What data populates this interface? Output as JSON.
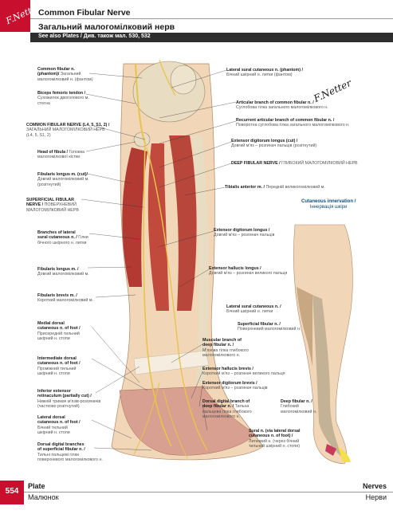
{
  "header": {
    "title_en": "Common Fibular Nerve",
    "title_ua": "Загальний малогомілковий нерв",
    "see_also": "See also Plates / Див. також мал. 530, 532",
    "logo_text": "F.Netter"
  },
  "labels_left": [
    {
      "b": "Common fibular n.",
      "b2": "(phantom)/",
      "u": "Загальний",
      "u2": "малогомілковий н. (фантом)"
    },
    {
      "b": "Biceps femoris tendon /",
      "u": "Сухожилок двоголового м.",
      "u2": "стегна"
    },
    {
      "b": "COMMON FIBULAR NERVE (L4, 5, S1, 2) /",
      "u": "ЗАГАЛЬНИЙ МАЛОГОМІЛКОВИЙ НЕРВ",
      "u2": "(L4, 5, S1, 2)"
    },
    {
      "b": "Head of fibula /",
      "u": "Головка",
      "u2": "малогомілкової кістки"
    },
    {
      "b": "Fibularis longus m. (cut)/",
      "u": "Довгий малогомілковий м.",
      "u2": "(розітнутий)"
    },
    {
      "b": "SUPERFICIAL FIBULAR",
      "b2": "NERVE /",
      "u": "ПОВЕРХНЕВИЙ",
      "u2": "МАЛОГОМІЛКОВИЙ НЕРВ"
    },
    {
      "b": "Branches of lateral",
      "b2": "sural cutaneous n. /",
      "u": "Гілки",
      "u2": "бічного шкірного н. литки"
    },
    {
      "b": "Fibularis longus m. /",
      "u": "Довгий малогомілковий м."
    },
    {
      "b": "Fibularis brevis m. /",
      "u": "Короткий малогомілковий м."
    },
    {
      "b": "Medial dorsal",
      "b2": "cutaneous n. of foot /",
      "u": "Присередній тильний",
      "u2": "шкірний н. стопи"
    },
    {
      "b": "Intermediate dorsal",
      "b2": "cutaneous n. of foot /",
      "u": "Проміжний тильний",
      "u2": "шкірний н. стопи"
    },
    {
      "b": "Inferior extensor",
      "b2": "retinaculum (partially cut) /",
      "u": "Нижній тримач м'язів-розгиначів",
      "u2": "(частково розітнутий)"
    },
    {
      "b": "Lateral dorsal",
      "b2": "cutaneous n. of foot /",
      "u": "Бічний тильний",
      "u2": "шкірний н. стопи"
    },
    {
      "b": "Dorsal digital branches",
      "b2": "of superficial fibular n. /",
      "u": "Тильні пальцеві гілки",
      "u2": "поверхневого малогомілкового н."
    }
  ],
  "labels_right": [
    {
      "b": "Lateral sural cutaneous n. (phantom) /",
      "u": "Бічний шкірний н. литки (фантом)"
    },
    {
      "b": "Articular branch of common fibular n. /",
      "u": "Суглобова гілка загального малогомілкового н."
    },
    {
      "b": "Recurrent articular branch of common fibular n. /",
      "u": "Поворотна суглобова гілка загального малогомілкового н."
    },
    {
      "b": "Extensor digitorum longus (cut) /",
      "u": "Довгий м'яз – розгинач пальців (розітнутий)"
    },
    {
      "b": "DEEP FIBULAR NERVE /",
      "u": "ГЛИБОКИЙ МАЛОГОМІЛКОВИЙ НЕРВ"
    },
    {
      "b": "Tibialis anterior m. /",
      "u": "Передній великогомілковий м."
    },
    {
      "b": "Extensor digitorum longus /",
      "u": "Довгий м'яз – розгинач пальців"
    },
    {
      "b": "Extensor hallucis longus /",
      "u": "Довгий м'яз – розгинач великого пальця"
    },
    {
      "b": "Muscular branch of",
      "b2": "deep fibular n. /",
      "u": "М'язова гілка глибокого",
      "u2": "малогомілкового н."
    },
    {
      "b": "Extensor hallucis brevis /",
      "u": "Короткий м'яз – розгинач великого пальця"
    },
    {
      "b": "Extensor digitorum brevis /",
      "u": "Короткий м'яз – розгинач пальців"
    },
    {
      "b": "Dorsal digital branch of",
      "b2": "deep fibular n. /",
      "u": "Тильна",
      "u2": "пальцева гілка глибокого",
      "u3": "малогомілкового н."
    }
  ],
  "cutaneous": {
    "title_en": "Cutaneous innervation /",
    "title_ua": "Іннервація шкіри",
    "labels": [
      {
        "b": "Lateral sural cutaneous n. /",
        "u": "Бічний шкірний н. литки"
      },
      {
        "b": "Superficial fibular n. /",
        "u": "Поверхневий малогомілковий н."
      },
      {
        "b": "Deep fibular n. /",
        "u": "Глибокий",
        "u2": "малогомілковий н."
      },
      {
        "b": "Sural n. (via lateral dorsal",
        "b2": "cutaneous n. of foot) /",
        "u": "Литковий н. (через бічний",
        "u2": "тильний шкірний н. стопи)"
      }
    ]
  },
  "footer": {
    "page": "554",
    "plate": "Plate",
    "plate_ua": "Малюнок",
    "section": "Nerves",
    "section_ua": "Нерви"
  },
  "colors": {
    "brand_red": "#c8102e",
    "muscle": "#b23a33",
    "bone": "#e8dcc2",
    "nerve": "#e8c44a",
    "skin": "#f1d6b8",
    "accent_blue": "#0f4f77"
  }
}
